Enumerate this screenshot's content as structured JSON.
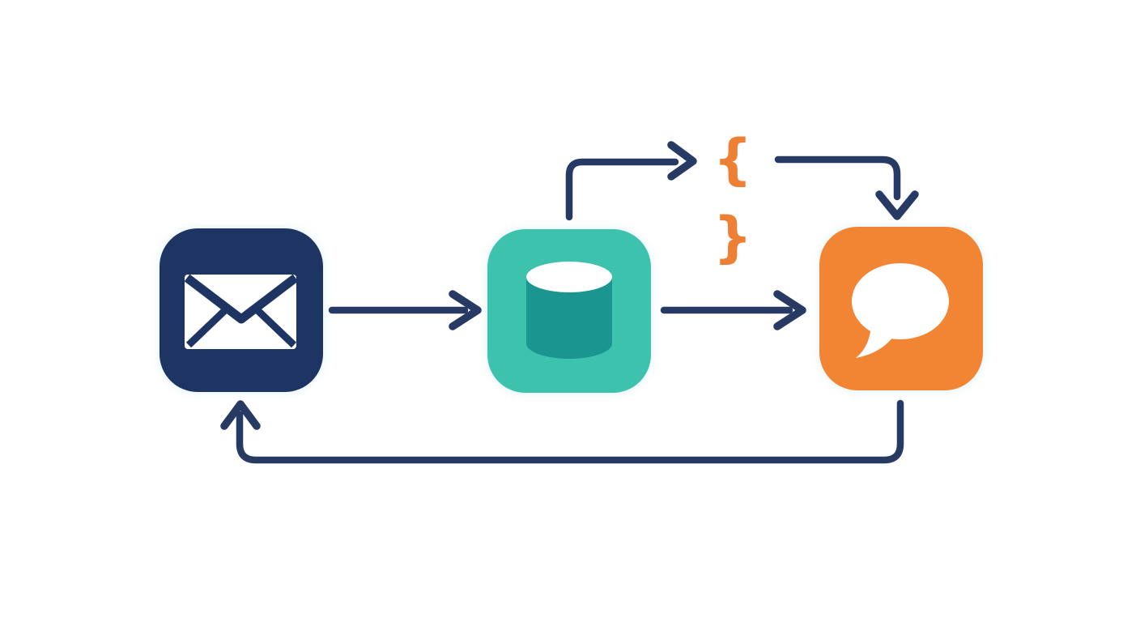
{
  "colors": {
    "background": "#ffffff",
    "navy": "#1e3563",
    "arrow": "#263a64",
    "teal": "#3cc2ad",
    "teal_dark": "#1a9590",
    "orange": "#f28533",
    "braces_orange": "#ee8036",
    "white": "#ffffff"
  },
  "braces_label": "{ }",
  "nodes": [
    {
      "id": "email",
      "icon": "envelope-icon",
      "color": "#1e3563"
    },
    {
      "id": "database",
      "icon": "database-cylinder-icon",
      "color": "#3cc2ad"
    },
    {
      "id": "chat",
      "icon": "speech-bubble-icon",
      "color": "#f28533"
    }
  ],
  "edges": [
    {
      "from": "email",
      "to": "database",
      "style": "straight-arrow"
    },
    {
      "from": "database",
      "to": "chat",
      "style": "straight-arrow"
    },
    {
      "from": "database",
      "to": "json-braces",
      "style": "elbow-up-right-arrow"
    },
    {
      "from": "json-braces",
      "to": "chat",
      "style": "elbow-right-down-arrow"
    },
    {
      "from": "chat",
      "to": "email",
      "style": "bottom-feedback-loop-arrow"
    }
  ]
}
